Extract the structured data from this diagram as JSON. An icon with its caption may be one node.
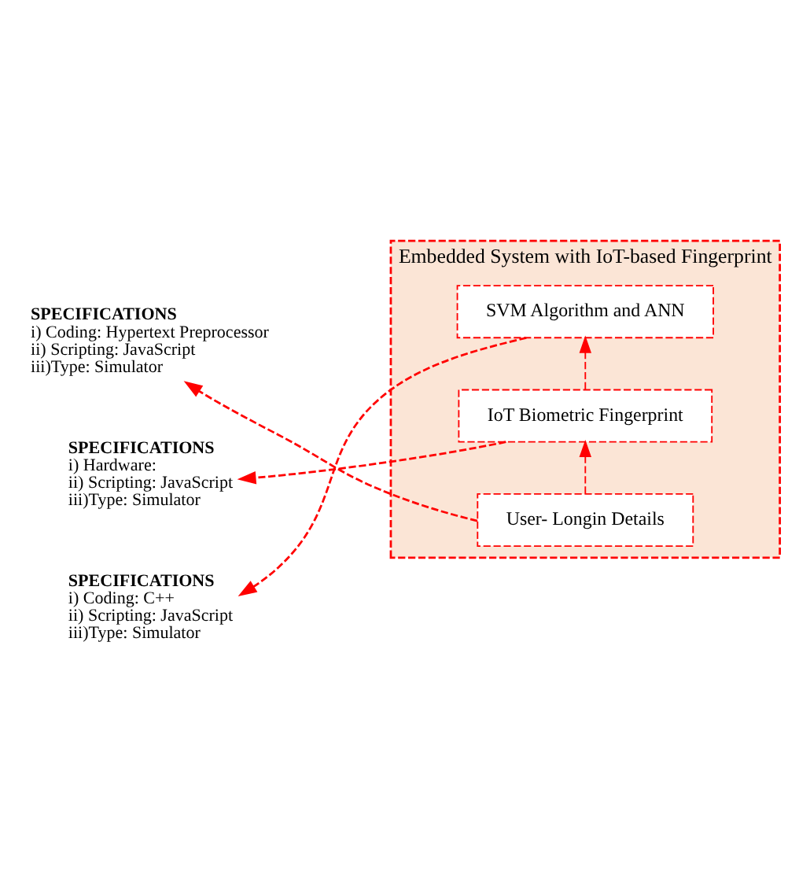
{
  "diagram": {
    "nodes": [
      {
        "text": [
          "SPECIFICATIONS",
          "i) Coding: Hypertext Preprocessor",
          "ii) Scripting: JavaScript",
          "iii)Type: Simulator"
        ]
      },
      {
        "text": [
          "SPECIFICATIONS",
          "i) Hardware:",
          "ii) Scripting: JavaScript",
          "iii)Type: Simulator"
        ]
      },
      {
        "text": [
          "Embedded System with IoT-based Fingerprint"
        ]
      },
      {
        "text": [
          "User- Longin Details"
        ],
        "in": 2
      },
      {
        "text": [
          "IoT Biometric Fingerprint"
        ],
        "in": 2
      },
      {
        "text": [
          "SVM Algorithm and ANN"
        ],
        "in": 2
      },
      {
        "text": [
          "SPECIFICATIONS",
          "i) Coding: C++",
          "ii) Scripting: JavaScript",
          "iii)Type: Simulator"
        ]
      }
    ],
    "edges": [
      {
        "from": 3,
        "to": 0,
        "arrow": "to",
        "style": "dashed"
      },
      {
        "from": 4,
        "to": 1,
        "arrow": "to",
        "style": "dashed"
      },
      {
        "from": 5,
        "to": 6,
        "arrow": "to",
        "style": "dashed"
      },
      {
        "from": 3,
        "to": 4,
        "arrow": "to",
        "style": "dashed"
      },
      {
        "from": 4,
        "to": 5,
        "arrow": "to",
        "style": "dashed"
      }
    ]
  }
}
